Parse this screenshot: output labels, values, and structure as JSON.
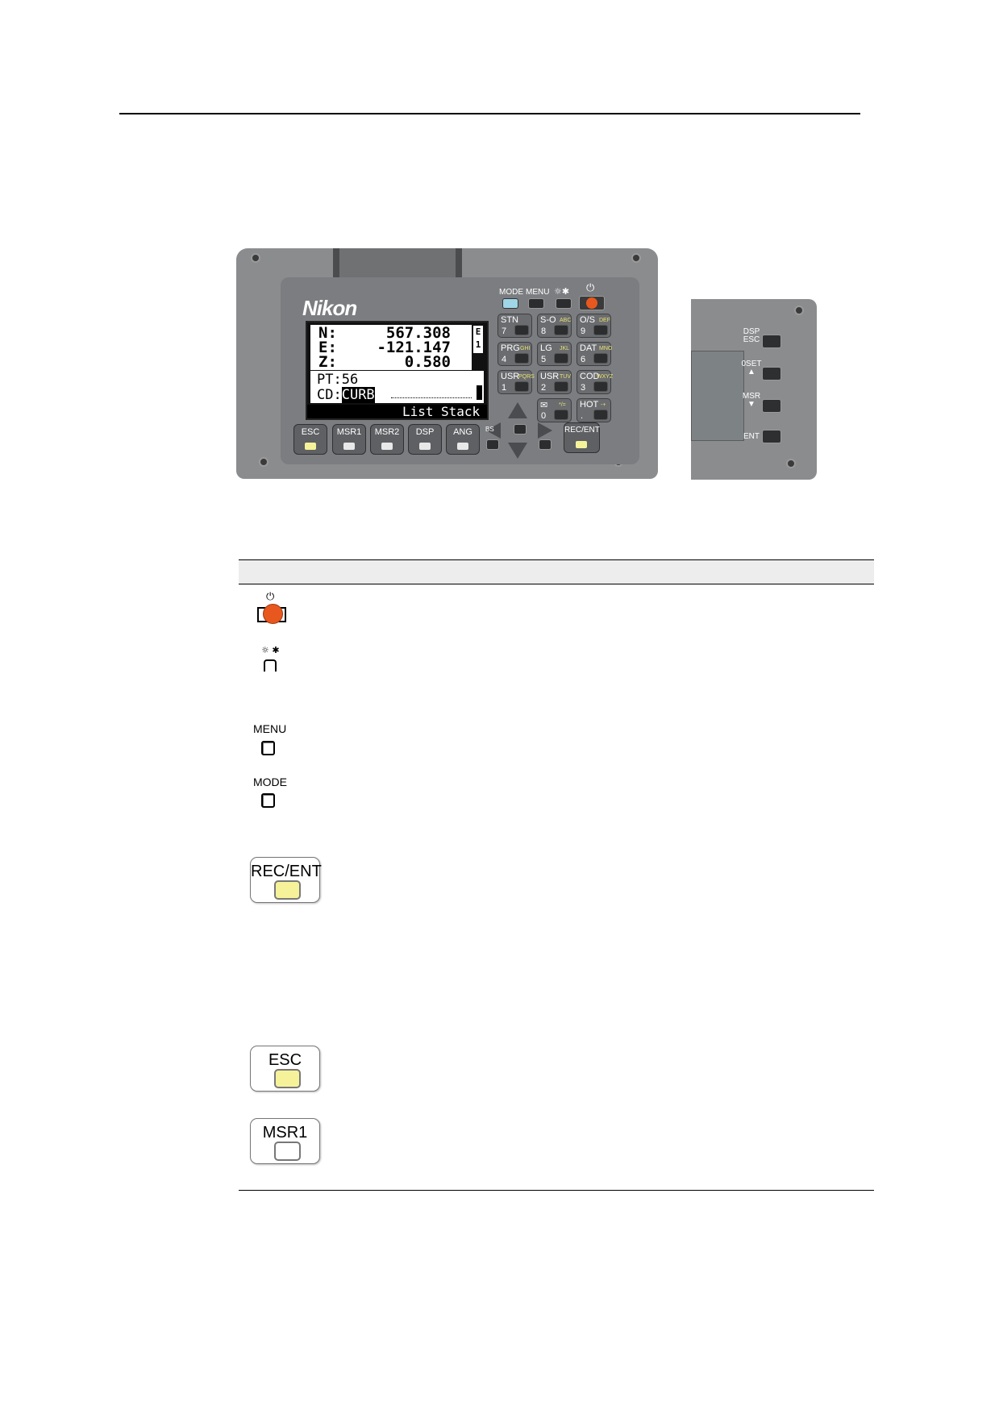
{
  "keyboard": {
    "brand": "Nikon",
    "display": {
      "rows": [
        {
          "label": "N:",
          "value": "567.308"
        },
        {
          "label": "E:",
          "value": "-121.147"
        },
        {
          "label": "Z:",
          "value": "0.580"
        }
      ],
      "side_top": "E",
      "side_bottom": "1",
      "pt_line": "PT:56",
      "cd_label": "CD:",
      "cd_value": "CURB",
      "softkey_1": "List",
      "softkey_2": "Stack"
    },
    "top_keys": {
      "mode": "MODE",
      "menu": "MENU",
      "light": "☼✱",
      "power": "⏻"
    },
    "num_keys": [
      {
        "label": "STN",
        "sub": "",
        "num": "7"
      },
      {
        "label": "S-O",
        "sub": "ABC",
        "num": "8"
      },
      {
        "label": "O/S",
        "sub": "DEF",
        "num": "9"
      },
      {
        "label": "PRG",
        "sub": "GHI",
        "num": "4"
      },
      {
        "label": "LG",
        "sub": "JKL",
        "num": "5"
      },
      {
        "label": "DAT",
        "sub": "MNO",
        "num": "6"
      },
      {
        "label": "USR",
        "sub": "PQRS",
        "num": "1"
      },
      {
        "label": "USR",
        "sub": "TUV",
        "num": "2"
      },
      {
        "label": "COD",
        "sub": "WXYZ",
        "num": "3"
      },
      {
        "label": "✉",
        "sub": "*/=",
        "num": "0"
      },
      {
        "label": "HOT",
        "sub": "-+",
        "num": "."
      }
    ],
    "func_keys": [
      "ESC",
      "MSR1",
      "MSR2",
      "DSP",
      "ANG"
    ],
    "bs": "BS",
    "rec_ent": "REC/ENT"
  },
  "side_panel": {
    "keys": [
      {
        "label": "DSP\nESC"
      },
      {
        "label": "0SET\n▲"
      },
      {
        "label": "MSR\n▼"
      },
      {
        "label": "ENT"
      }
    ]
  },
  "table": {
    "rows": [
      {
        "icon": "power-key-icon",
        "caption": "⏻"
      },
      {
        "icon": "illumination-key-icon",
        "caption": "☼ ✱"
      },
      {
        "icon": "menu-key-icon",
        "caption": "MENU"
      },
      {
        "icon": "mode-key-icon",
        "caption": "MODE"
      },
      {
        "icon": "rec-ent-key-icon",
        "caption": "REC/ENT"
      },
      {
        "icon": "esc-key-icon",
        "caption": "ESC"
      },
      {
        "icon": "msr1-key-icon",
        "caption": "MSR1"
      }
    ]
  },
  "colors": {
    "power": "#e8581e",
    "esc_led": "#f6f29a",
    "mode_led": "#9fd6e8",
    "msr_led": "#ffffff"
  }
}
